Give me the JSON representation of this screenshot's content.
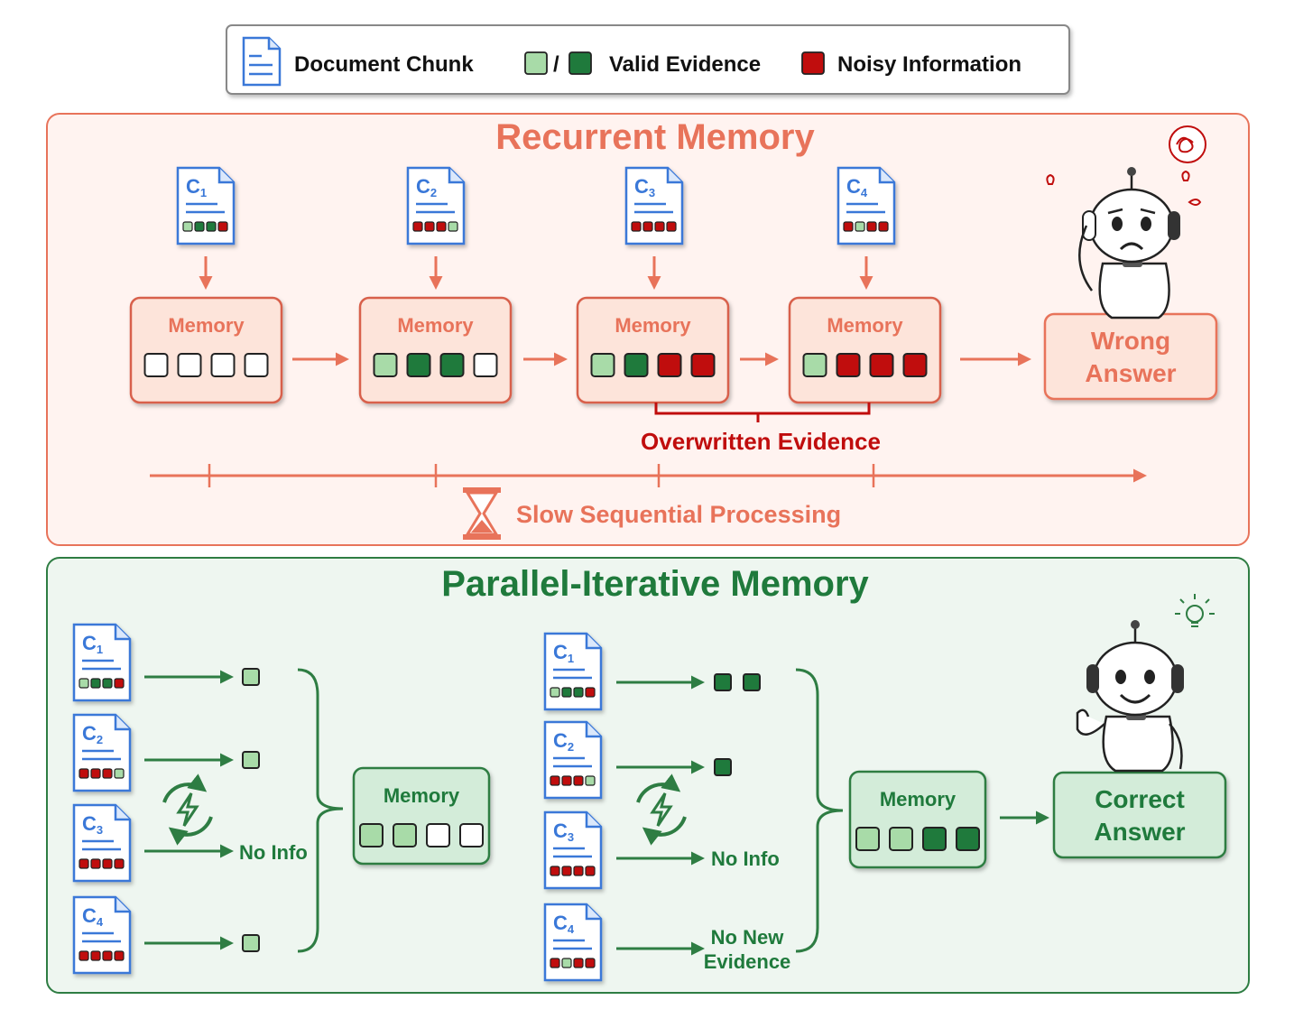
{
  "legend": {
    "chunk_label": "Document Chunk",
    "slash": "/",
    "valid_label": "Valid Evidence",
    "noisy_label": "Noisy Information"
  },
  "colors": {
    "recurrent_accent": "#e8735a",
    "parallel_accent": "#2e7d43",
    "light_green": "#a8dba8",
    "dark_green": "#1f7a3c",
    "red": "#c00d0d",
    "doc_blue": "#3a78d8"
  },
  "recurrent": {
    "title": "Recurrent Memory",
    "chunks": [
      {
        "label": "C",
        "sub": "1",
        "cells": [
          "L",
          "D",
          "D",
          "R"
        ]
      },
      {
        "label": "C",
        "sub": "2",
        "cells": [
          "R",
          "R",
          "R",
          "L"
        ]
      },
      {
        "label": "C",
        "sub": "3",
        "cells": [
          "R",
          "R",
          "R",
          "R"
        ]
      },
      {
        "label": "C",
        "sub": "4",
        "cells": [
          "R",
          "L",
          "R",
          "R"
        ]
      }
    ],
    "memories": [
      {
        "label": "Memory",
        "cells": [
          "E",
          "E",
          "E",
          "E"
        ]
      },
      {
        "label": "Memory",
        "cells": [
          "L",
          "D",
          "D",
          "E"
        ]
      },
      {
        "label": "Memory",
        "cells": [
          "L",
          "D",
          "R",
          "R"
        ]
      },
      {
        "label": "Memory",
        "cells": [
          "L",
          "R",
          "R",
          "R"
        ]
      }
    ],
    "answer": {
      "line1": "Wrong",
      "line2": "Answer"
    },
    "overwritten_label": "Overwritten Evidence",
    "timeline_label": "Slow Sequential Processing"
  },
  "parallel": {
    "title": "Parallel-Iterative Memory",
    "stage1": {
      "chunks": [
        {
          "label": "C",
          "sub": "1",
          "cells": [
            "L",
            "D",
            "D",
            "R"
          ]
        },
        {
          "label": "C",
          "sub": "2",
          "cells": [
            "R",
            "R",
            "R",
            "L"
          ]
        },
        {
          "label": "C",
          "sub": "3",
          "cells": [
            "R",
            "R",
            "R",
            "R"
          ]
        },
        {
          "label": "C",
          "sub": "4",
          "cells": [
            "R",
            "R",
            "R",
            "R"
          ]
        }
      ],
      "outputs": [
        {
          "cells": [
            "L"
          ],
          "text": ""
        },
        {
          "cells": [
            "L"
          ],
          "text": ""
        },
        {
          "cells": [],
          "text": "No Info"
        },
        {
          "cells": [
            "L"
          ],
          "text": ""
        }
      ],
      "memory": {
        "label": "Memory",
        "cells": [
          "L",
          "L",
          "E",
          "E"
        ]
      }
    },
    "stage2": {
      "chunks": [
        {
          "label": "C",
          "sub": "1",
          "cells": [
            "L",
            "D",
            "D",
            "R"
          ]
        },
        {
          "label": "C",
          "sub": "2",
          "cells": [
            "R",
            "R",
            "R",
            "L"
          ]
        },
        {
          "label": "C",
          "sub": "3",
          "cells": [
            "R",
            "R",
            "R",
            "R"
          ]
        },
        {
          "label": "C",
          "sub": "4",
          "cells": [
            "R",
            "L",
            "R",
            "R"
          ]
        }
      ],
      "outputs": [
        {
          "cells": [
            "D",
            "D"
          ],
          "text": ""
        },
        {
          "cells": [
            "D"
          ],
          "text": ""
        },
        {
          "cells": [],
          "text": "No Info"
        },
        {
          "cells": [],
          "text": "No New",
          "text2": "Evidence"
        }
      ],
      "memory": {
        "label": "Memory",
        "cells": [
          "L",
          "L",
          "D",
          "D"
        ]
      }
    },
    "answer": {
      "line1": "Correct",
      "line2": "Answer"
    }
  }
}
